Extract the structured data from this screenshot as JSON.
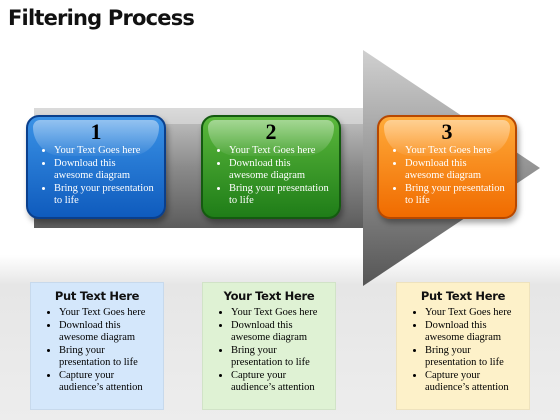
{
  "title": "Filtering Process",
  "steps": [
    {
      "number": "1",
      "bullets": [
        "Your Text Goes here",
        "Download this awesome diagram",
        "Bring your presentation to life"
      ]
    },
    {
      "number": "2",
      "bullets": [
        "Your Text Goes here",
        "Download this awesome diagram",
        "Bring your presentation to life"
      ]
    },
    {
      "number": "3",
      "bullets": [
        "Your Text Goes here",
        "Download this awesome diagram",
        "Bring your presentation to life"
      ]
    }
  ],
  "notes": [
    {
      "heading": "Put Text Here",
      "bullets": [
        "Your Text Goes here",
        "Download this awesome diagram",
        "Bring your presentation to life",
        "Capture your audience’s attention"
      ]
    },
    {
      "heading": "Your Text Here",
      "bullets": [
        "Your Text Goes here",
        "Download this awesome diagram",
        "Bring your presentation to life",
        "Capture your audience’s attention"
      ]
    },
    {
      "heading": "Put Text Here",
      "bullets": [
        "Your Text Goes here",
        "Download this awesome diagram",
        "Bring your presentation to life",
        "Capture your audience’s attention"
      ]
    }
  ],
  "colors": {
    "step1": "#1a6fd0",
    "step2": "#2f9a22",
    "step3": "#f68a12",
    "note1": "#d4e7fb",
    "note2": "#dff2d4",
    "note3": "#fdf1c9"
  }
}
